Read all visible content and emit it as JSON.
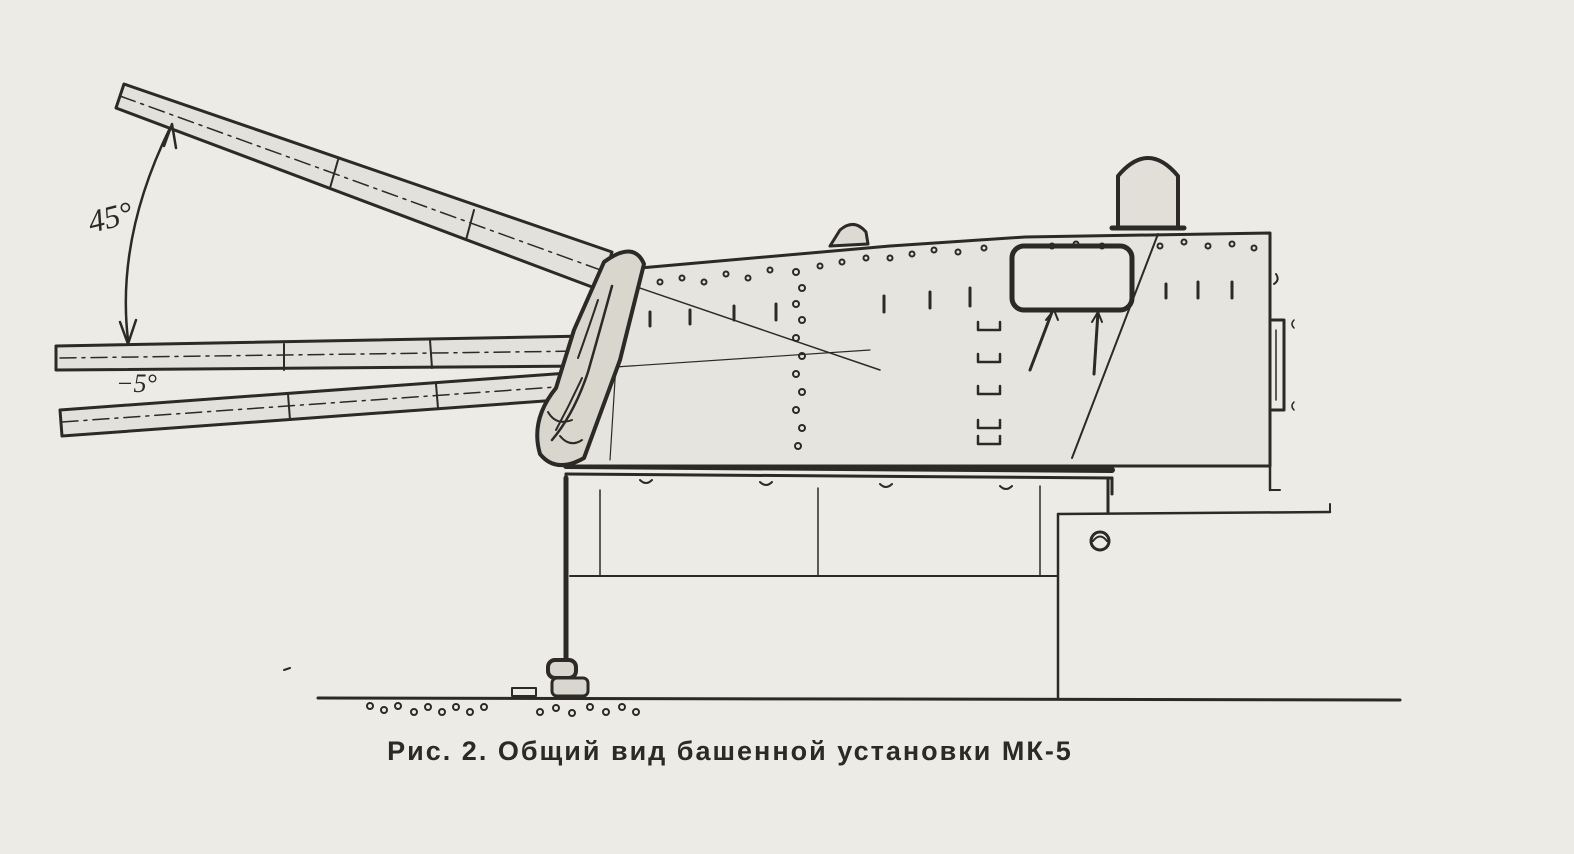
{
  "figure": {
    "caption": "Рис. 2. Общий вид башенной установки МК-5",
    "angle_upper_label": "45°",
    "angle_lower_label": "−5°"
  },
  "colors": {
    "paper": "#ecebe6",
    "ink": "#2b2a27"
  }
}
